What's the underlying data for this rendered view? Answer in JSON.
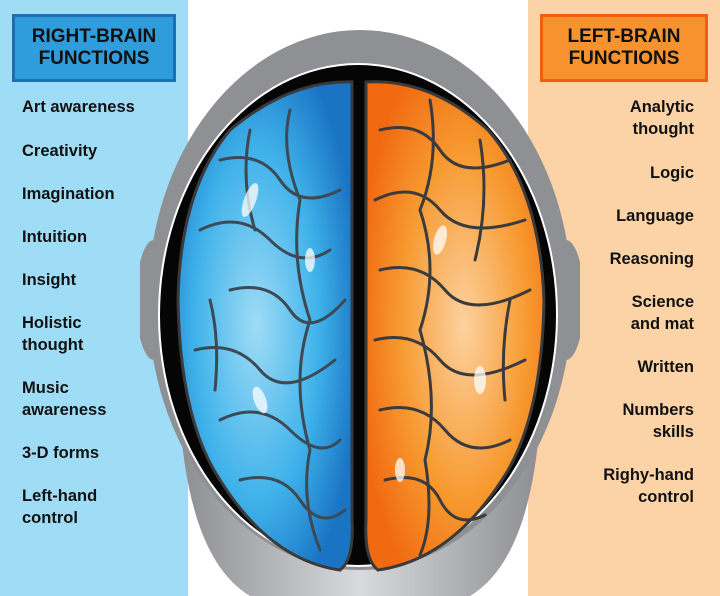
{
  "left_panel": {
    "title_line1": "RIGHT-BRAIN",
    "title_line2": "FUNCTIONS",
    "items": [
      {
        "line1": "Art awareness",
        "line2": ""
      },
      {
        "line1": "Creativity",
        "line2": ""
      },
      {
        "line1": "Imagination",
        "line2": ""
      },
      {
        "line1": "Intuition",
        "line2": ""
      },
      {
        "line1": "Insight",
        "line2": ""
      },
      {
        "line1": "Holistic",
        "line2": "thought"
      },
      {
        "line1": "Music",
        "line2": "awareness"
      },
      {
        "line1": "3-D forms",
        "line2": ""
      },
      {
        "line1": "Left-hand",
        "line2": "control"
      }
    ],
    "colors": {
      "background": "#9fdcf6",
      "header": "#2f9ddc",
      "header_border": "#1d6fb3"
    }
  },
  "right_panel": {
    "title_line1": "LEFT-BRAIN",
    "title_line2": "FUNCTIONS",
    "items": [
      {
        "line1": "Analytic",
        "line2": "thought"
      },
      {
        "line1": "Logic",
        "line2": ""
      },
      {
        "line1": "Language",
        "line2": ""
      },
      {
        "line1": "Reasoning",
        "line2": ""
      },
      {
        "line1": "Science",
        "line2": "and mat"
      },
      {
        "line1": "Written",
        "line2": ""
      },
      {
        "line1": "Numbers",
        "line2": "skills"
      },
      {
        "line1": "Righy-hand",
        "line2": "control"
      }
    ],
    "colors": {
      "background": "#fbd3a7",
      "header": "#f7932e",
      "header_border": "#f25d12"
    }
  },
  "illustration": {
    "subject": "top-view head with brain hemispheres",
    "right_hemisphere_color": "#2aa3e6",
    "left_hemisphere_color": "#f7922a"
  }
}
